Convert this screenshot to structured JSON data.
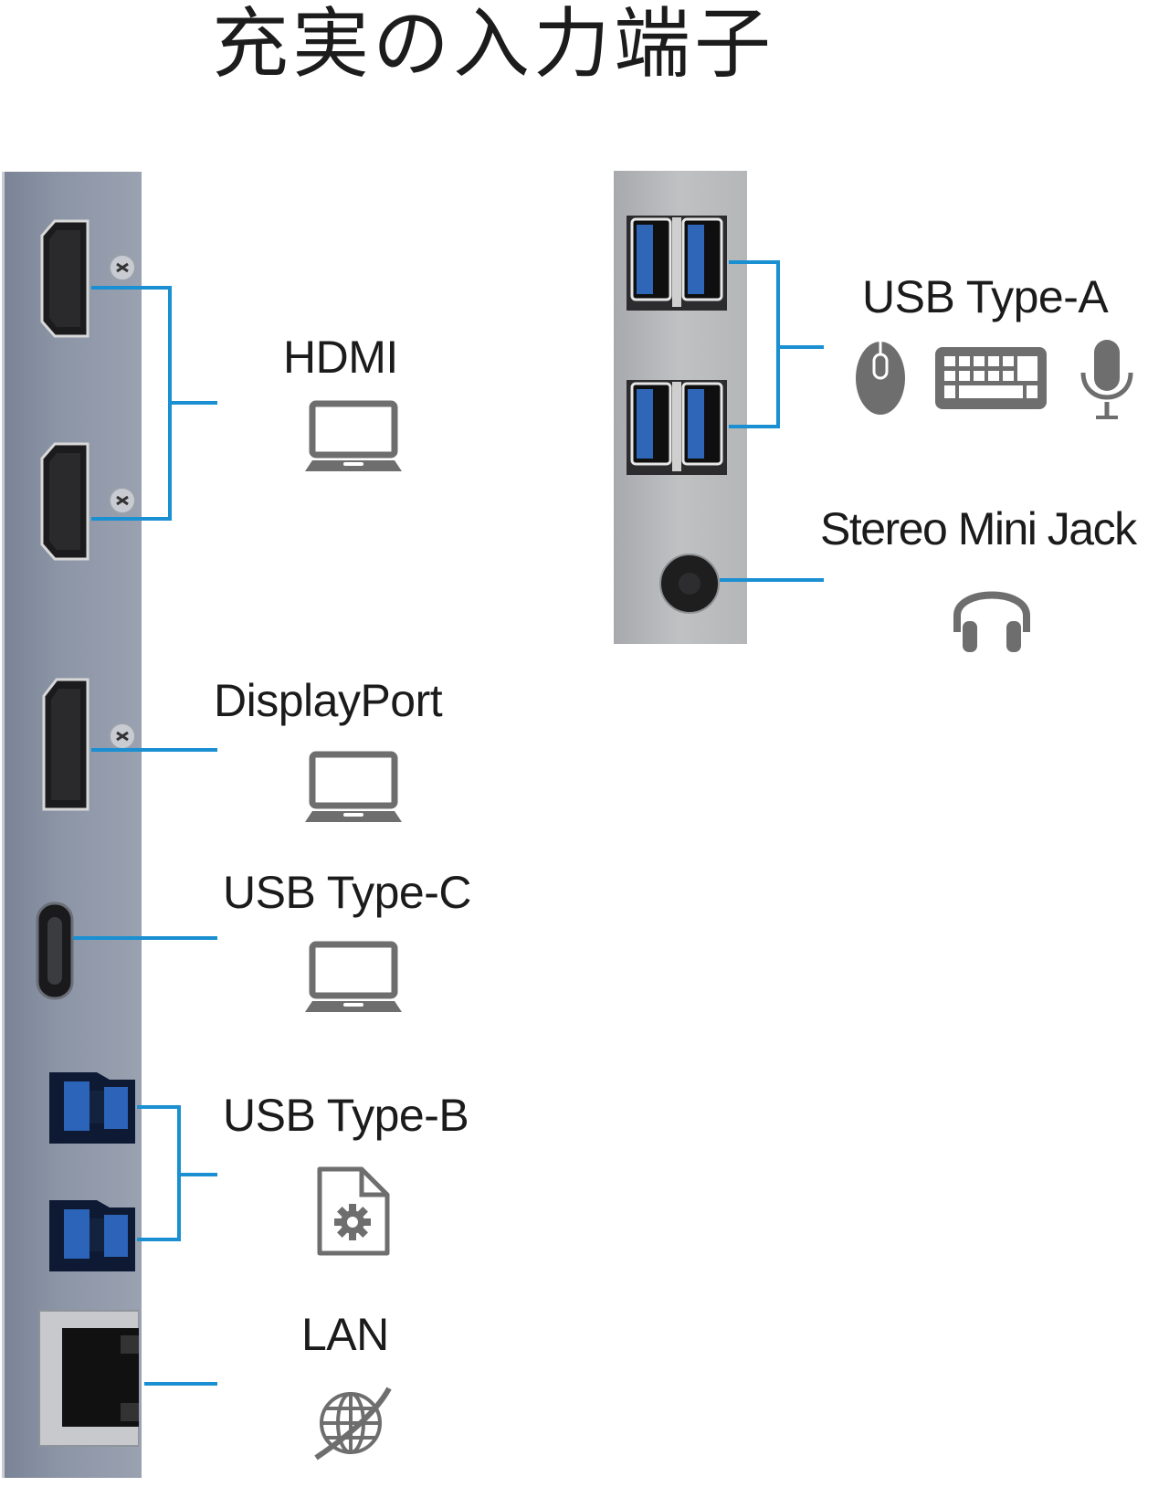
{
  "title": "充実の入力端子",
  "accent_color": "#1a8fd1",
  "icon_color": "#6e6e6e",
  "left_panel": {
    "ports": [
      {
        "id": "hdmi",
        "label": "HDMI",
        "count": 2,
        "icon": "laptop-icon"
      },
      {
        "id": "displayport",
        "label": "DisplayPort",
        "count": 1,
        "icon": "laptop-icon"
      },
      {
        "id": "usb-c",
        "label": "USB Type-C",
        "count": 1,
        "icon": "laptop-icon"
      },
      {
        "id": "usb-b",
        "label": "USB Type-B",
        "count": 2,
        "icon": "settings-file-icon"
      },
      {
        "id": "lan",
        "label": "LAN",
        "count": 1,
        "icon": "globe-icon"
      }
    ]
  },
  "right_panel": {
    "ports": [
      {
        "id": "usb-a",
        "label": "USB Type-A",
        "count": 4,
        "icons": [
          "mouse-icon",
          "keyboard-icon",
          "microphone-icon"
        ]
      },
      {
        "id": "mini-jack",
        "label": "Stereo Mini Jack",
        "count": 1,
        "icons": [
          "headphones-icon"
        ]
      }
    ]
  }
}
